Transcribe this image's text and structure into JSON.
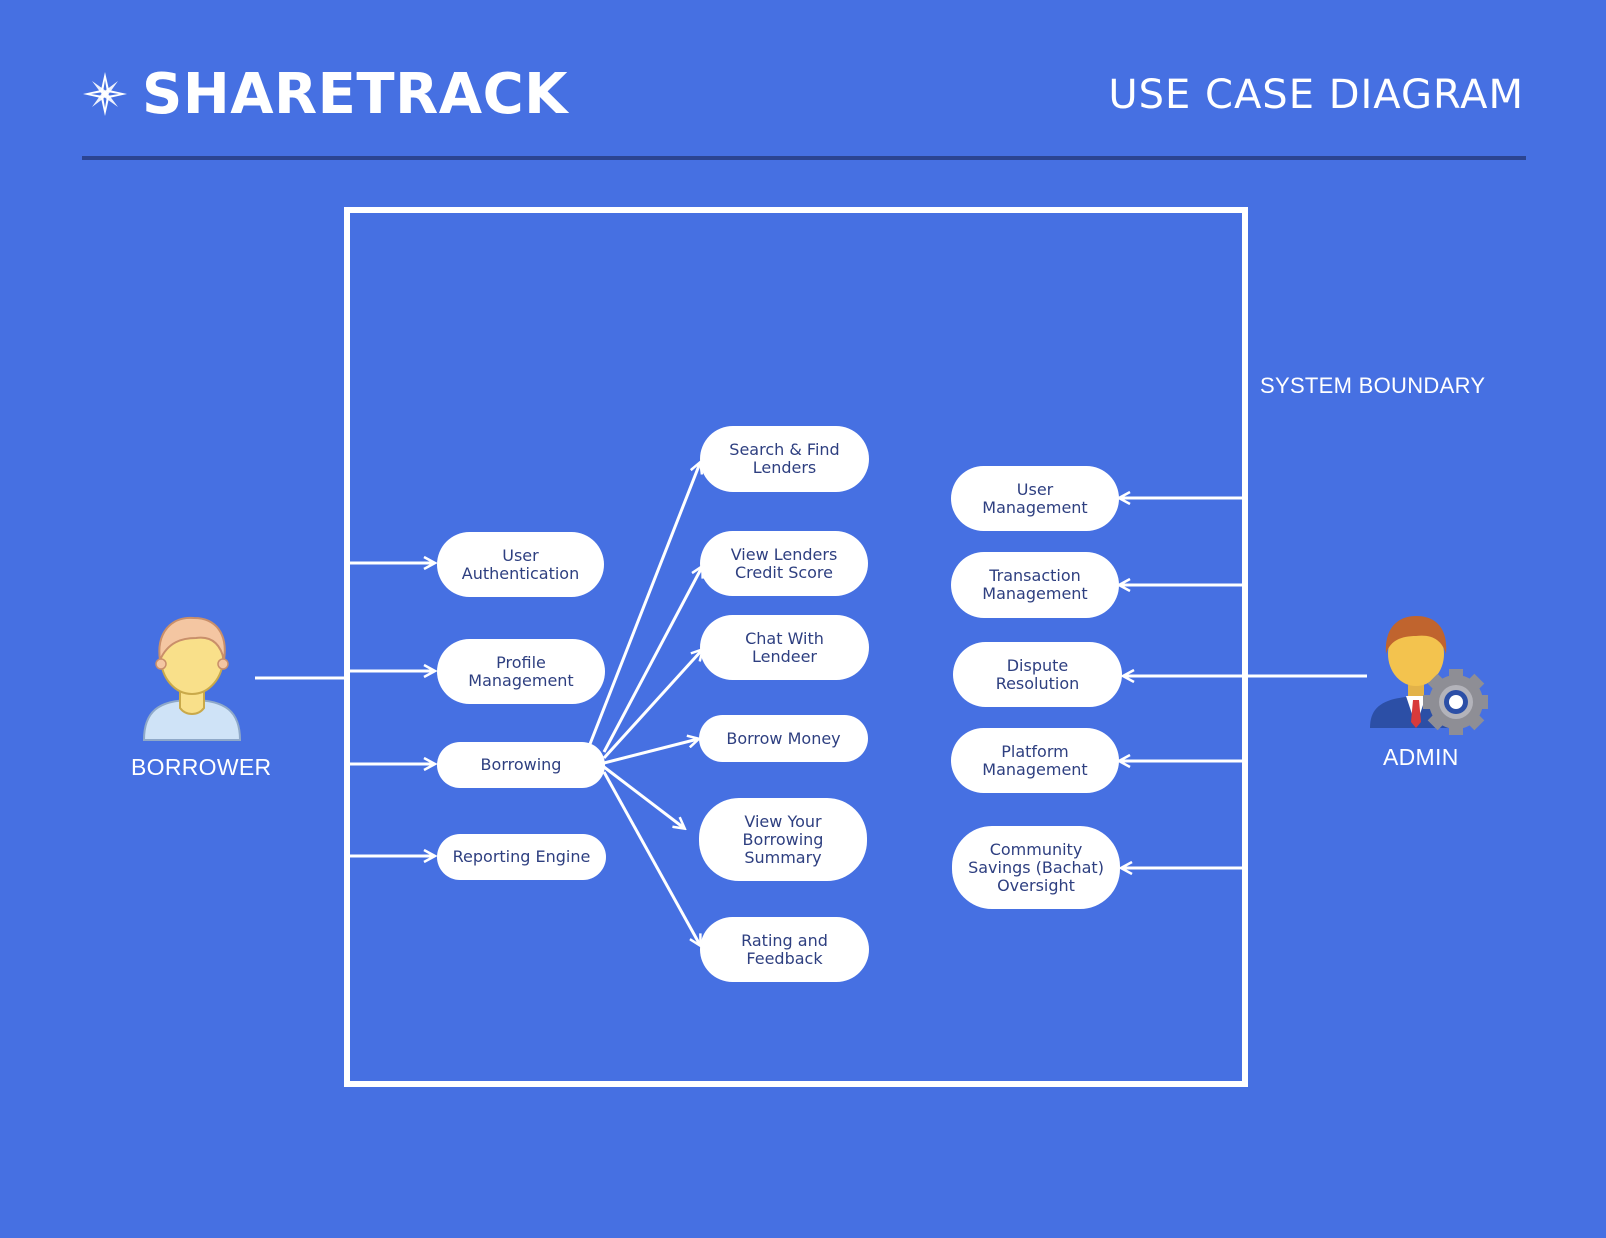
{
  "header": {
    "brand_name": "SHARETRACK",
    "doc_title": "USE CASE DIAGRAM",
    "logo_icon": "compass-star-icon"
  },
  "diagram": {
    "boundary_label": "SYSTEM BOUNDARY",
    "actors": {
      "borrower": {
        "label": "BORROWER",
        "icon": "user-avatar-icon"
      },
      "admin": {
        "label": "ADMIN",
        "icon": "admin-gear-avatar-icon"
      }
    },
    "borrower_use_cases": [
      "User\nAuthentication",
      "Profile\nManagement",
      "Borrowing",
      "Reporting Engine"
    ],
    "borrowing_use_cases": [
      "Search & Find\nLenders",
      "View Lenders\nCredit Score",
      "Chat With\nLendeer",
      "Borrow Money",
      "View Your\nBorrowing\nSummary",
      "Rating and\nFeedback"
    ],
    "admin_use_cases": [
      "User\nManagement",
      "Transaction\nManagement",
      "Dispute\nResolution",
      "Platform\nManagement",
      "Community\nSavings (Bachat)\nOversight"
    ],
    "colors": {
      "background": "#4670E2",
      "use_case_fill": "#FFFFFF",
      "use_case_text": "#2E3F80",
      "lines": "#FFFFFF"
    }
  }
}
